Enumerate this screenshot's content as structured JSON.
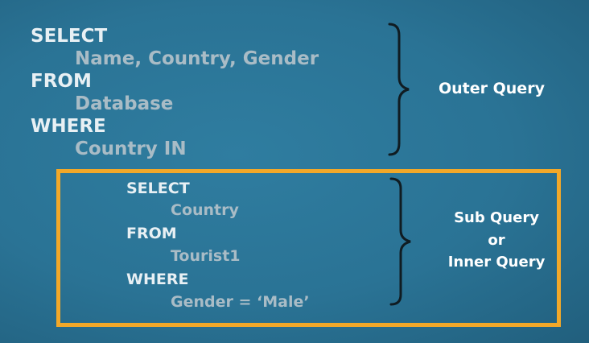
{
  "outer_query": {
    "select_kw": "SELECT",
    "select_cols": "Name, Country, Gender",
    "from_kw": "FROM",
    "from_table": "Database",
    "where_kw": "WHERE",
    "where_clause": "Country IN",
    "label": "Outer Query"
  },
  "inner_query": {
    "select_kw": "SELECT",
    "select_cols": "Country",
    "from_kw": "FROM",
    "from_table": "Tourist1",
    "where_kw": "WHERE",
    "where_clause": "Gender = ‘Male’",
    "label_line1": "Sub Query",
    "label_line2": "or",
    "label_line3": "Inner Query"
  },
  "colors": {
    "background": "#2a7395",
    "keyword": "#e8f0f4",
    "value": "#a9bcc6",
    "highlight_box": "#f2a829",
    "brace": "#101c22"
  }
}
